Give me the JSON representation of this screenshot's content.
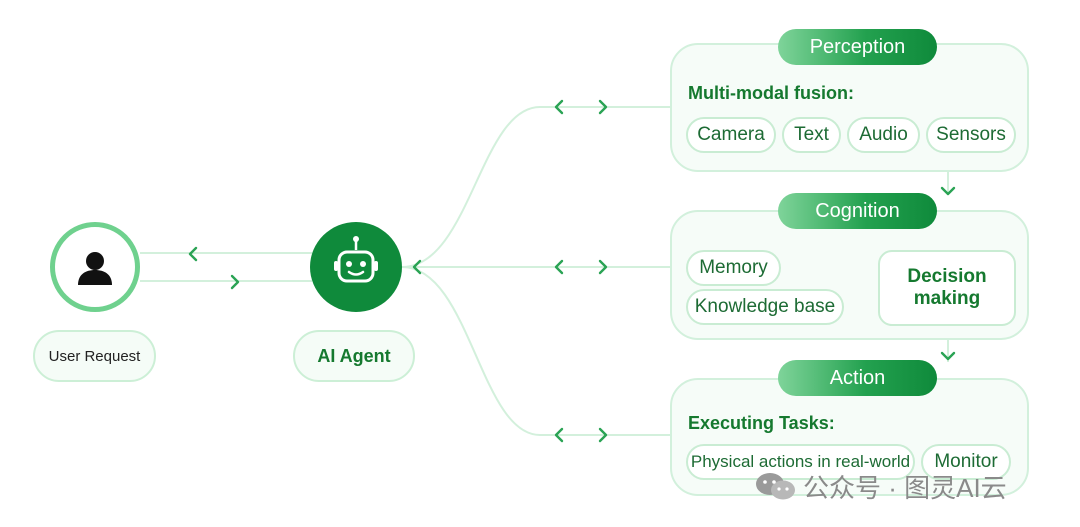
{
  "user": {
    "label": "User Request",
    "icon": "user-icon"
  },
  "agent": {
    "label": "AI Agent",
    "icon": "robot-icon"
  },
  "perception": {
    "title": "Perception",
    "subtitle": "Multi-modal fusion:",
    "chips": [
      "Camera",
      "Text",
      "Audio",
      "Sensors"
    ]
  },
  "cognition": {
    "title": "Cognition",
    "memory": "Memory",
    "knowledge": "Knowledge base",
    "decision": "Decision making"
  },
  "action": {
    "title": "Action",
    "subtitle": "Executing Tasks:",
    "chips": [
      "Physical actions in real-world",
      "Monitor"
    ]
  },
  "watermark": "公众号 · 图灵AI云",
  "colors": {
    "brand_green": "#0f8a3b",
    "light_green": "#ccefd6",
    "arrow_green": "#2aa354"
  }
}
